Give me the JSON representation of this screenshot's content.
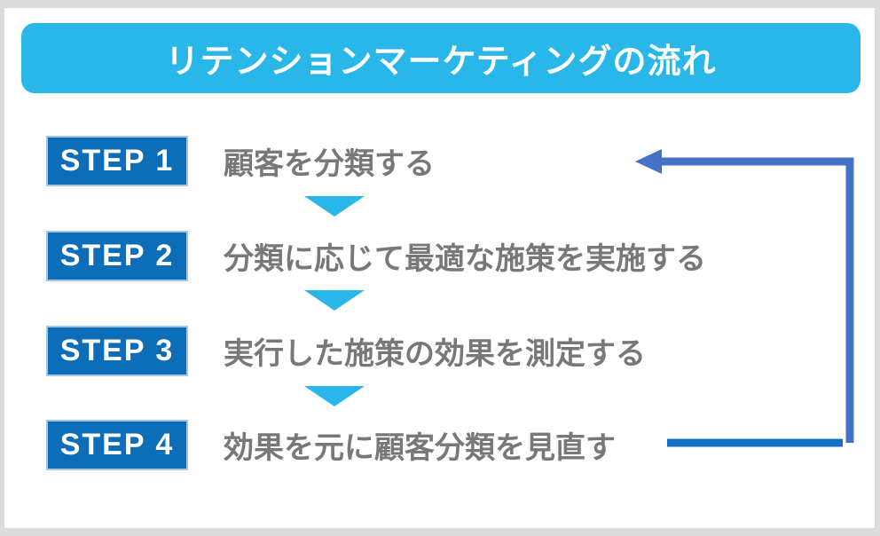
{
  "title": {
    "text": "リテンションマーケティングの流れ"
  },
  "steps": [
    {
      "label": "STEP 1",
      "text": "顧客を分類する"
    },
    {
      "label": "STEP 2",
      "text": "分類に応じて最適な施策を実施する"
    },
    {
      "label": "STEP 3",
      "text": "実行した施策の効果を測定する"
    },
    {
      "label": "STEP 4",
      "text": "効果を元に顧客分類を見直す"
    }
  ],
  "icons": {
    "step_separator": "down-triangle-icon",
    "loop": "return-arrow-icon pointing left from STEP 4 back to STEP 1"
  },
  "colors": {
    "banner_cyan": "#29b6e8",
    "badge_blue": "#0c6db8",
    "badge_outline": "#a5c6e4",
    "step_text_gray": "#787878",
    "triangle_cyan": "#29b6e8",
    "loop_arrow_blue": "#4472c4",
    "loop_bottom_leg_blue": "#1070c8",
    "frame_gray": "#dcdcdc",
    "panel_white": "#ffffff"
  }
}
